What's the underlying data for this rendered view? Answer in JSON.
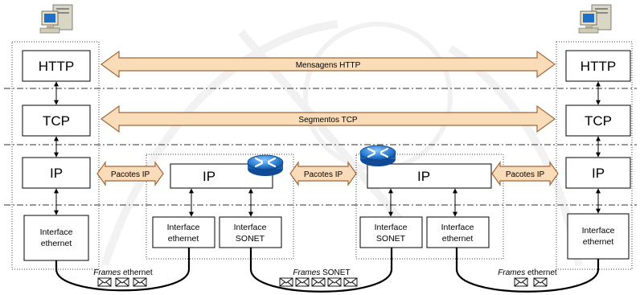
{
  "left_host": {
    "layers": {
      "http": "HTTP",
      "tcp": "TCP",
      "ip": "IP",
      "iface_line1": "Interface",
      "iface_line2": "ethernet"
    }
  },
  "right_host": {
    "layers": {
      "http": "HTTP",
      "tcp": "TCP",
      "ip": "IP",
      "iface_line1": "Interface",
      "iface_line2": "ethernet"
    }
  },
  "router1": {
    "ip": "IP",
    "iface_a_line1": "Interface",
    "iface_a_line2": "ethernet",
    "iface_b_line1": "Interface",
    "iface_b_line2": "SONET"
  },
  "router2": {
    "ip": "IP",
    "iface_a_line1": "Interface",
    "iface_a_line2": "SONET",
    "iface_b_line1": "Interface",
    "iface_b_line2": "ethernet"
  },
  "arrows": {
    "http_messages": "Mensagens HTTP",
    "tcp_segments": "Segmentos TCP",
    "ip_packets": "Pacotes IP"
  },
  "links": {
    "frames_word": "Frames",
    "ethernet": "ethernet",
    "sonet": "SONET"
  },
  "colors": {
    "arrow_fill": "#fbdcb8",
    "arrow_stroke": "#a2663a",
    "router_blue": "#2b7fd4",
    "monitor_screen": "#1e6fc8"
  }
}
